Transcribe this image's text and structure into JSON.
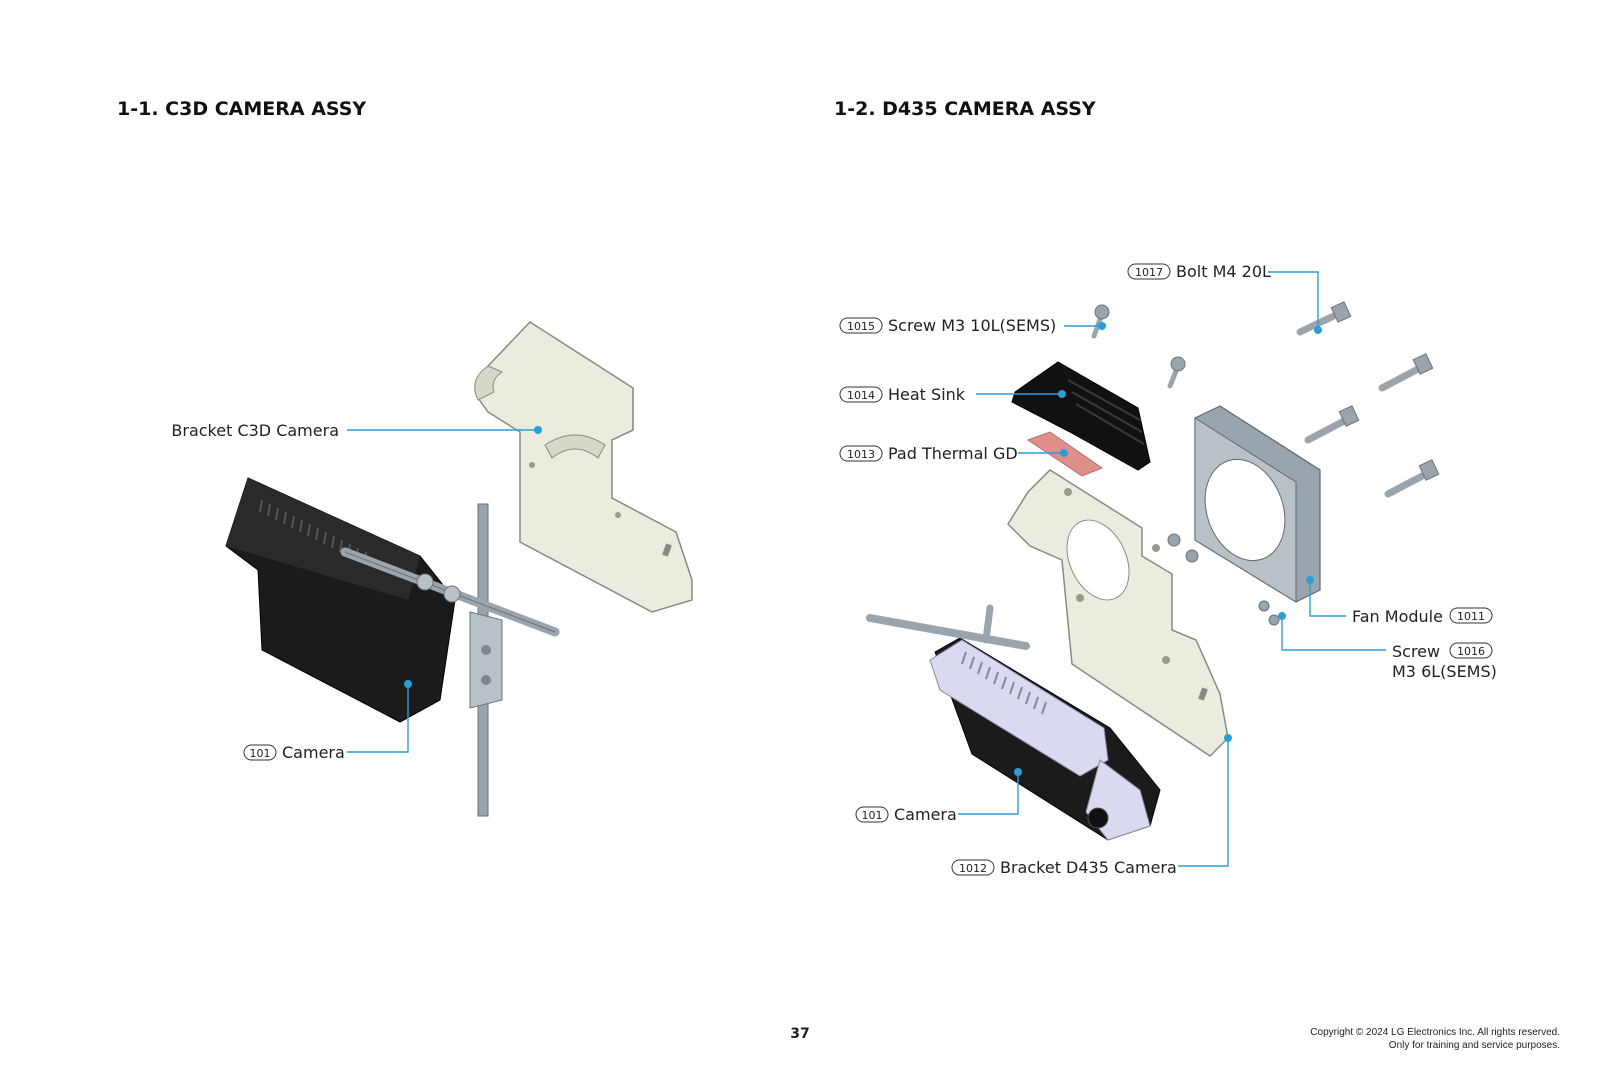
{
  "sections": [
    {
      "title": "1-1. C3D CAMERA ASSY"
    },
    {
      "title": "1-2. D435 CAMERA ASSY"
    }
  ],
  "c3d_parts": {
    "bracket": {
      "label": "Bracket C3D Camera"
    },
    "camera": {
      "number": "101",
      "label": "Camera"
    }
  },
  "d435_parts": {
    "bolt": {
      "number": "1017",
      "label": "Bolt M4 20L"
    },
    "screw_10l": {
      "number": "1015",
      "label": "Screw M3 10L(SEMS)"
    },
    "heat_sink": {
      "number": "1014",
      "label": "Heat Sink"
    },
    "pad_thermal": {
      "number": "1013",
      "label": "Pad Thermal GD"
    },
    "fan_module": {
      "number": "1011",
      "label": "Fan Module"
    },
    "screw_6l": {
      "number": "1016",
      "label_line1": "Screw",
      "label_line2": "M3 6L(SEMS)"
    },
    "camera": {
      "number": "101",
      "label": "Camera"
    },
    "bracket": {
      "number": "1012",
      "label": "Bracket D435 Camera"
    }
  },
  "footer": {
    "page_number": "37",
    "copyright_line1": "Copyright © 2024 LG Electronics Inc. All rights reserved.",
    "copyright_line2": "Only for training and service purposes."
  },
  "colors": {
    "leader": "#2a9fd6",
    "bracket_fill": "#ecebe0",
    "camera_dark": "#1b1b1b",
    "camera_light": "#d9d9ef",
    "metal": "#9aa4ad",
    "thermal_pad": "#e0908c"
  }
}
